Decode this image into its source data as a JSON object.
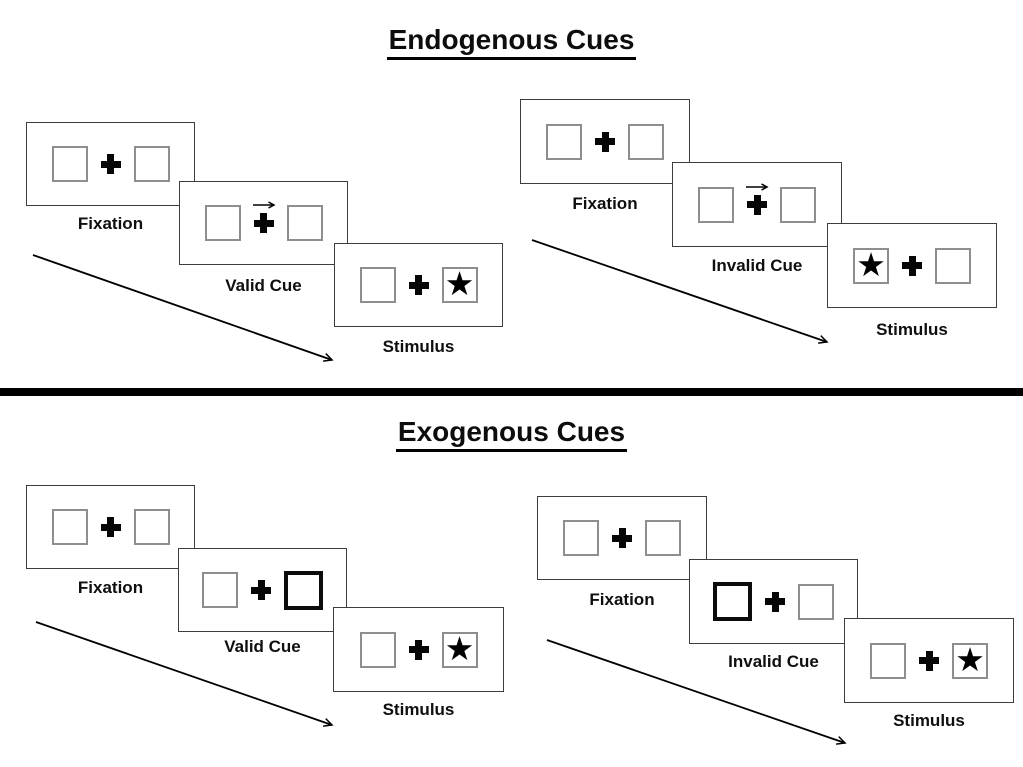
{
  "diagram": {
    "sections": [
      {
        "title": "Endogenous Cues",
        "groups": [
          {
            "name": "valid",
            "panels": [
              {
                "label": "Fixation"
              },
              {
                "label": "Valid Cue"
              },
              {
                "label": "Stimulus"
              }
            ]
          },
          {
            "name": "invalid",
            "panels": [
              {
                "label": "Fixation"
              },
              {
                "label": "Invalid Cue"
              },
              {
                "label": "Stimulus"
              }
            ]
          }
        ]
      },
      {
        "title": "Exogenous Cues",
        "groups": [
          {
            "name": "valid",
            "panels": [
              {
                "label": "Fixation"
              },
              {
                "label": "Valid Cue"
              },
              {
                "label": "Stimulus"
              }
            ]
          },
          {
            "name": "invalid",
            "panels": [
              {
                "label": "Fixation"
              },
              {
                "label": "Invalid Cue"
              },
              {
                "label": "Stimulus"
              }
            ]
          }
        ]
      }
    ],
    "glyphs": {
      "star": "★"
    },
    "colors": {
      "panel_border": "#3d3d3d",
      "box_border": "#8e8e8e",
      "highlight_border": "#0c0c0c",
      "line": "#000000",
      "text": "#0f0f0f"
    }
  }
}
